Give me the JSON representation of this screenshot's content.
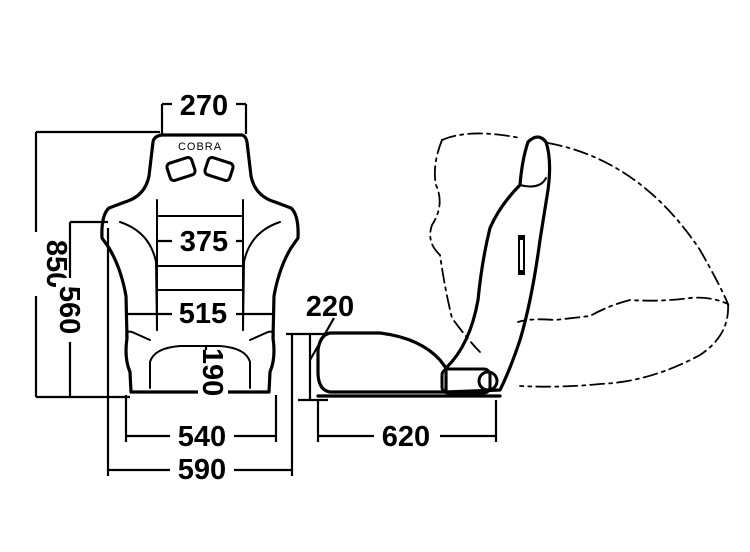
{
  "logo_text": "COBRA",
  "dimensions": {
    "headrest_width": "270",
    "overall_height": "850",
    "back_height": "560",
    "shoulder_width": "375",
    "hip_width": "515",
    "cushion_height": "190",
    "side_bolster_height": "220",
    "base_width": "540",
    "overall_width": "590",
    "seat_depth": "620"
  }
}
